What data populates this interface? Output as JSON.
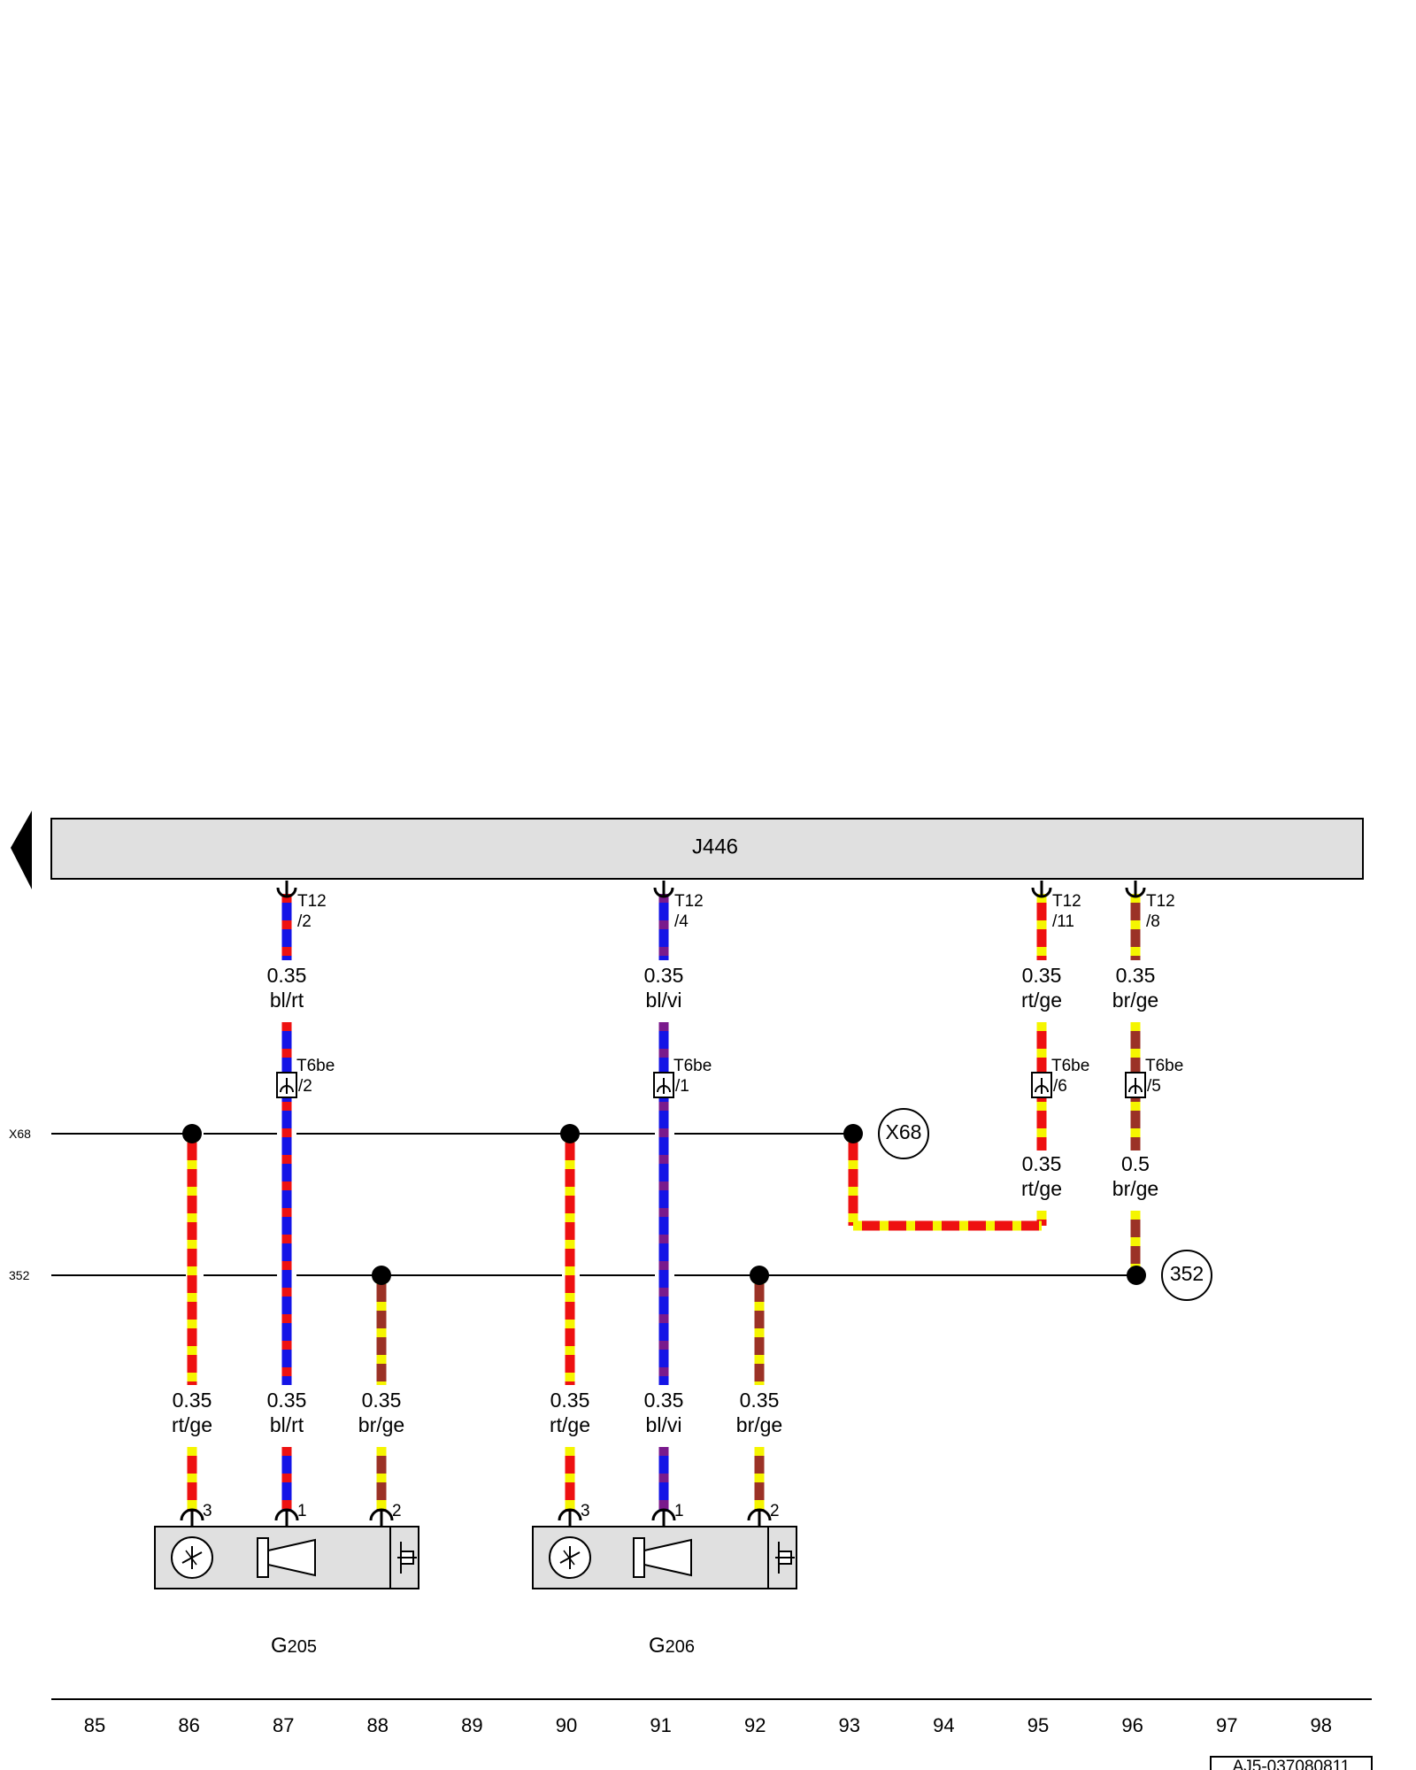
{
  "colors": {
    "bl": "#1414e6",
    "rt": "#ee1111",
    "ge": "#f5f500",
    "br": "#9b3226",
    "vi": "#7a1a8c",
    "component_fill": "#e0e0e0",
    "line": "#000000"
  },
  "control_unit": {
    "label": "J446"
  },
  "busbars": [
    {
      "id": "X68",
      "left_label": "X68",
      "terminal_label": "X68"
    },
    {
      "id": "352",
      "left_label": "352",
      "terminal_label": "352"
    }
  ],
  "connectors": {
    "t12_2": {
      "top": "T12",
      "bottom": "/2"
    },
    "t12_4": {
      "top": "T12",
      "bottom": "/4"
    },
    "t12_11": {
      "top": "T12",
      "bottom": "/11"
    },
    "t12_8": {
      "top": "T12",
      "bottom": "/8"
    },
    "t6be_2": {
      "top": "T6be",
      "bottom": "/2"
    },
    "t6be_1": {
      "top": "T6be",
      "bottom": "/1"
    },
    "t6be_6": {
      "top": "T6be",
      "bottom": "/6"
    },
    "t6be_5": {
      "top": "T6be",
      "bottom": "/5"
    }
  },
  "wire_labels": {
    "w87_top": {
      "size": "0.35",
      "color": "bl/rt"
    },
    "w91_top": {
      "size": "0.35",
      "color": "bl/vi"
    },
    "w95_top": {
      "size": "0.35",
      "color": "rt/ge"
    },
    "w96_top": {
      "size": "0.35",
      "color": "br/ge"
    },
    "w95_mid": {
      "size": "0.35",
      "color": "rt/ge"
    },
    "w96_mid": {
      "size": "0.5",
      "color": "br/ge"
    },
    "w86_bot": {
      "size": "0.35",
      "color": "rt/ge"
    },
    "w87_bot": {
      "size": "0.35",
      "color": "bl/rt"
    },
    "w88_bot": {
      "size": "0.35",
      "color": "br/ge"
    },
    "w90_bot": {
      "size": "0.35",
      "color": "rt/ge"
    },
    "w91_bot": {
      "size": "0.35",
      "color": "bl/vi"
    },
    "w92_bot": {
      "size": "0.35",
      "color": "br/ge"
    }
  },
  "components": [
    {
      "id": "G205",
      "prefix": "G",
      "number": "205",
      "pins": [
        "3",
        "1",
        "2"
      ]
    },
    {
      "id": "G206",
      "prefix": "G",
      "number": "206",
      "pins": [
        "3",
        "1",
        "2"
      ]
    }
  ],
  "ruler": {
    "numbers": [
      "85",
      "86",
      "87",
      "88",
      "89",
      "90",
      "91",
      "92",
      "93",
      "94",
      "95",
      "96",
      "97",
      "98"
    ]
  },
  "doc_id": "AJ5-037080811"
}
